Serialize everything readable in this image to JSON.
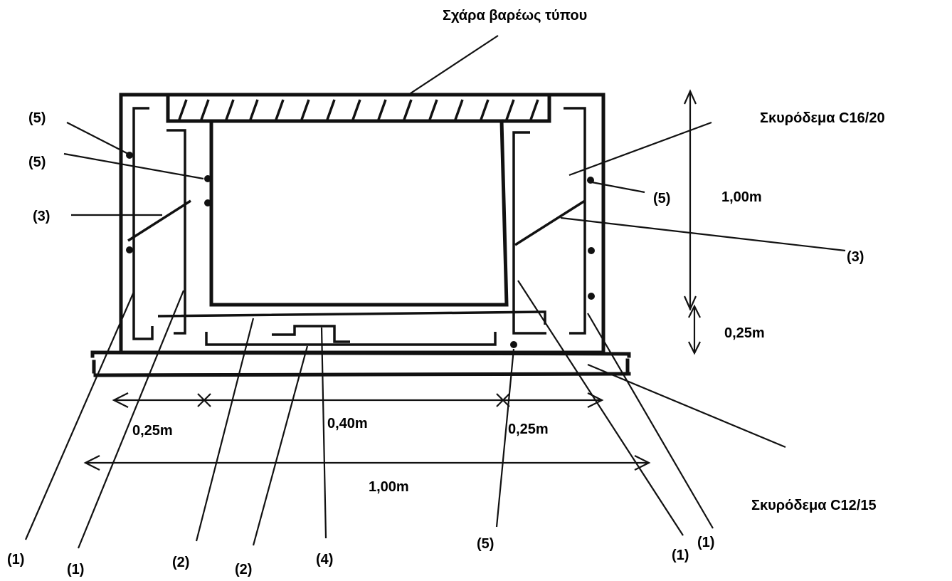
{
  "labels": {
    "grating": "Σχάρα βαρέως τύπου",
    "concrete_top": "Σκυρόδεμα  C16/20",
    "concrete_bottom": "Σκυρόδεμα  C12/15",
    "left_5_a": "(5)",
    "left_5_b": "(5)",
    "left_3": "(3)",
    "right_5": "(5)",
    "right_3": "(3)",
    "bottom_1_a": "(1)",
    "bottom_1_b": "(1)",
    "bottom_2_a": "(2)",
    "bottom_2_b": "(2)",
    "bottom_4": "(4)",
    "bottom_5": "(5)",
    "bottom_1_c": "(1)",
    "bottom_1_d": "(1)"
  },
  "dimensions": {
    "height_total": "1,00m",
    "height_base": "0,25m",
    "wall_left": "0,25m",
    "inner_width": "0,40m",
    "wall_right": "0,25m",
    "width_total": "1,00m"
  }
}
